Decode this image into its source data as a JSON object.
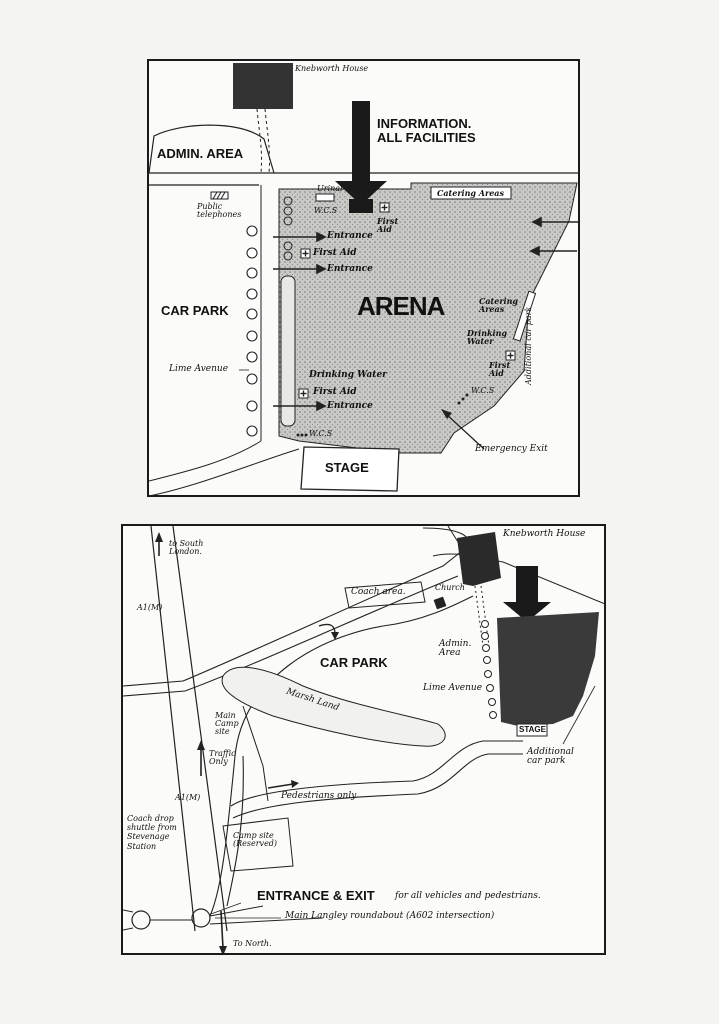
{
  "map1": {
    "knebworth_house": "Knebworth House",
    "information": "INFORMATION.",
    "all_facilities": "ALL FACILITIES",
    "admin_area": "ADMIN. AREA",
    "catering_areas_top": "Catering Areas",
    "urinal": "Urinal",
    "wcs_top": "W.C.S",
    "first_aid_top": "First Aid",
    "public_telephones": "Public telephones",
    "entrance": "Entrance",
    "first_aid": "First Aid",
    "car_park": "CAR PARK",
    "arena": "ARENA",
    "catering_areas_right": "Catering Areas",
    "drinking_water_right": "Drinking Water",
    "first_aid_right": "First Aid",
    "wcs_right": "W.C.S",
    "lime_avenue": "Lime Avenue",
    "drinking_water_left": "Drinking Water",
    "wcs_bottom": "W.C.S",
    "stage": "STAGE",
    "emergency_exit": "Emergency Exit",
    "additional_car_park": "Additional car park"
  },
  "map2": {
    "to_south_london": "to South London.",
    "a1m_top": "A1(M)",
    "a1m_bottom": "A1(M)",
    "knebworth_house": "Knebworth House",
    "church": "Church",
    "coach_area": "Coach area.",
    "car_park": "CAR PARK",
    "admin_area": "Admin. Area",
    "lime_avenue": "Lime Avenue",
    "marsh_land": "Marsh Land",
    "main_camp_site": "Main Camp site",
    "traffic_only": "Traffic Only",
    "stage": "STAGE",
    "additional_car_park": "Additional car park",
    "pedestrians_only": "Pedestrians only",
    "camp_site_reserved": "Camp site (Reserved)",
    "coach_drop": "Coach drop shuttle from Stevenage Station",
    "entrance_exit": "ENTRANCE & EXIT",
    "entrance_exit_note": "for all vehicles and pedestrians.",
    "roundabout": "Main Langley roundabout (A602 intersection)",
    "to_north": "To North."
  }
}
